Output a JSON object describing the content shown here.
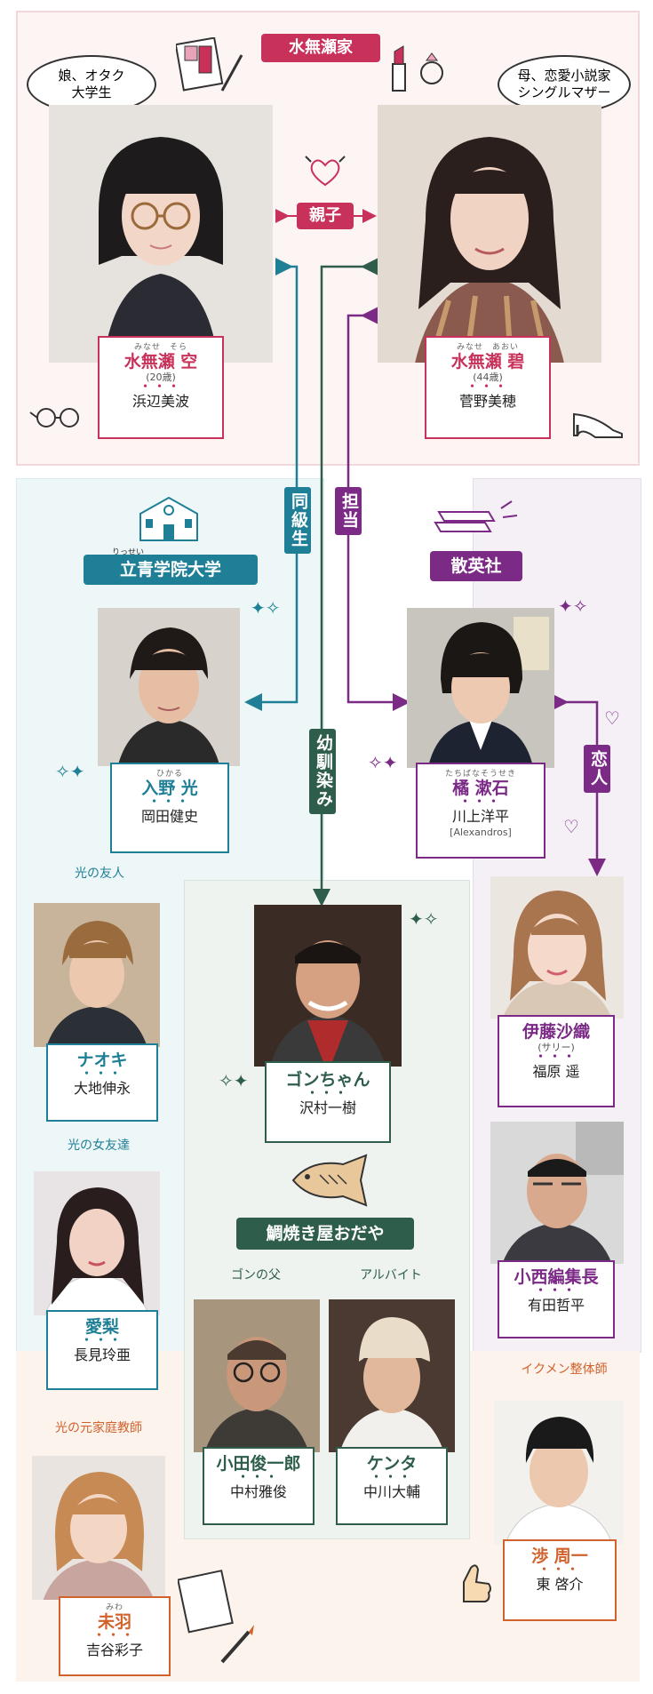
{
  "families": {
    "minase": "水無瀬家",
    "rissei": "立青学院大学",
    "rissei_ruby": "りっせい",
    "sanei": "散英社",
    "odaya": "鯛焼き屋おだや"
  },
  "relations": {
    "oyako": "親子",
    "doukyusei": "同級生",
    "tantou": "担当",
    "osananajimi": "幼馴染み",
    "koibito": "恋人"
  },
  "bubbles": {
    "sora": "娘、オタク\n大学生",
    "aoi": "母、恋愛小説家\nシングルマザー"
  },
  "notes": {
    "naoki": "光の友人",
    "airi": "光の女友達",
    "odaya_father": "ゴンの父",
    "arubaito": "アルバイト",
    "ikumen": "イクメン整体師",
    "tutor": "光の元家庭教師"
  },
  "people": {
    "sora": {
      "ruby": "みなせ　そら",
      "name": "水無瀬 空",
      "age": "(20歳)",
      "actor": "浜辺美波"
    },
    "aoi": {
      "ruby": "みなせ　あおい",
      "name": "水無瀬 碧",
      "age": "(44歳)",
      "actor": "菅野美穂"
    },
    "hikaru": {
      "ruby": "ひかる",
      "name": "入野 光",
      "actor": "岡田健史"
    },
    "soseki": {
      "ruby": "たちばなそうせき",
      "name": "橘 漱石",
      "actor": "川上洋平",
      "actor_sub": "[Alexandros]"
    },
    "naoki": {
      "name": "ナオキ",
      "actor": "大地伸永"
    },
    "gon": {
      "name": "ゴンちゃん",
      "actor": "沢村一樹"
    },
    "saori": {
      "name": "伊藤沙織",
      "sub": "(サリー)",
      "actor": "福原 遥"
    },
    "konishi": {
      "name": "小西編集長",
      "actor": "有田哲平"
    },
    "airi": {
      "name": "愛梨",
      "actor": "長見玲亜"
    },
    "shunichiro": {
      "name": "小田俊一郎",
      "actor": "中村雅俊"
    },
    "kenta": {
      "name": "ケンタ",
      "actor": "中川大輔"
    },
    "shu": {
      "name": "渉 周一",
      "actor": "東 啓介"
    },
    "miu": {
      "ruby": "みわ",
      "name": "未羽",
      "actor": "吉谷彩子"
    },
    "dots": "・・・"
  },
  "colors": {
    "minase": "#c8325a",
    "rissei": "#1f7f96",
    "sanei": "#7b2a86",
    "odaya": "#2e5e4b",
    "tutor": "#d1622c"
  }
}
